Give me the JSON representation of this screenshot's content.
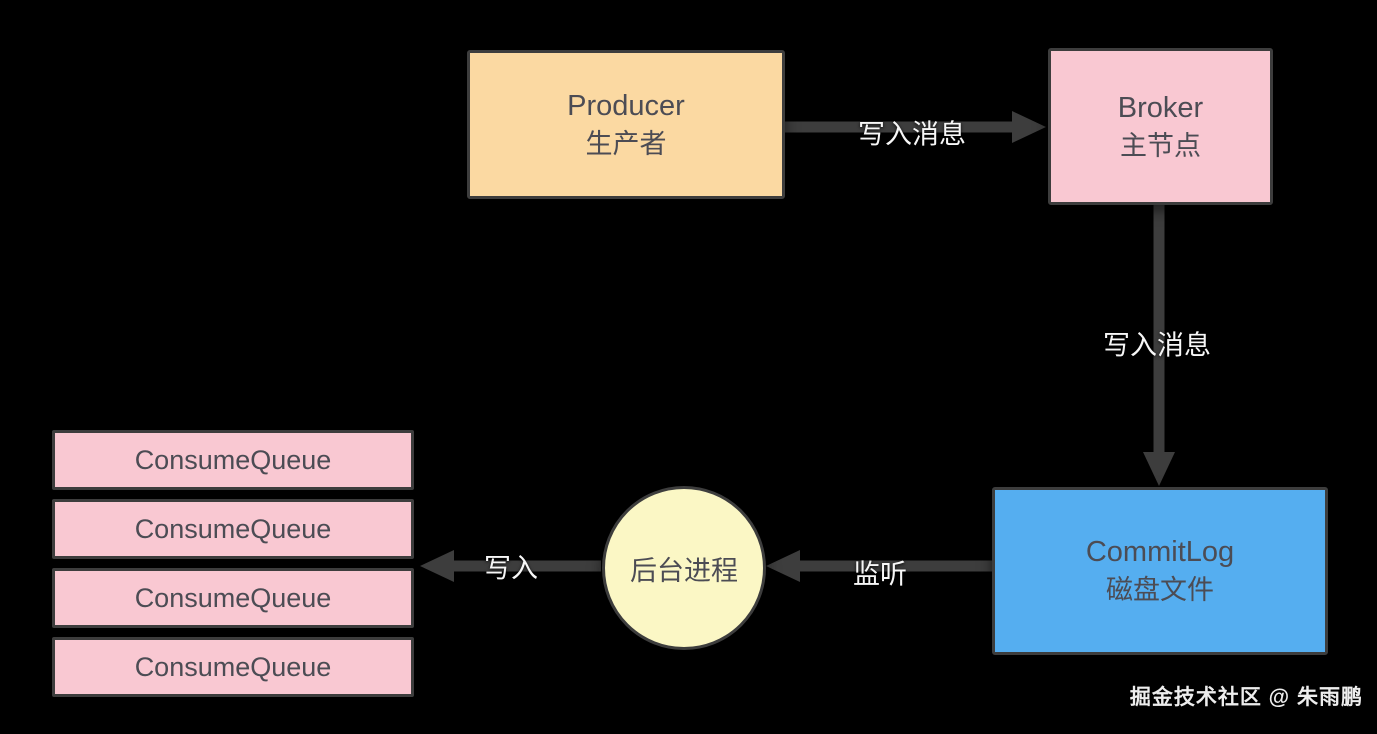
{
  "diagram": {
    "background_color": "#000000",
    "arrow_color": "#3d3d3d",
    "edge_label_color": "#f7f7f7"
  },
  "nodes": {
    "producer": {
      "title": "Producer",
      "subtitle": "生产者",
      "fill": "#fbd9a2"
    },
    "broker": {
      "title": "Broker",
      "subtitle": "主节点",
      "fill": "#f9c8d2"
    },
    "commitlog": {
      "title": "CommitLog",
      "subtitle": "磁盘文件",
      "fill": "#55aef0"
    },
    "daemon": {
      "label": "后台进程",
      "fill": "#fbf7c5"
    },
    "consume_queues": {
      "fill": "#f9c8d2",
      "items": [
        "ConsumeQueue",
        "ConsumeQueue",
        "ConsumeQueue",
        "ConsumeQueue"
      ]
    }
  },
  "edges": {
    "producer_to_broker": {
      "label": "写入消息"
    },
    "broker_to_commitlog": {
      "label": "写入消息"
    },
    "commitlog_to_daemon": {
      "label": "监听"
    },
    "daemon_to_queues": {
      "label": "写入"
    }
  },
  "watermark": "掘金技术社区 @ 朱雨鹏"
}
